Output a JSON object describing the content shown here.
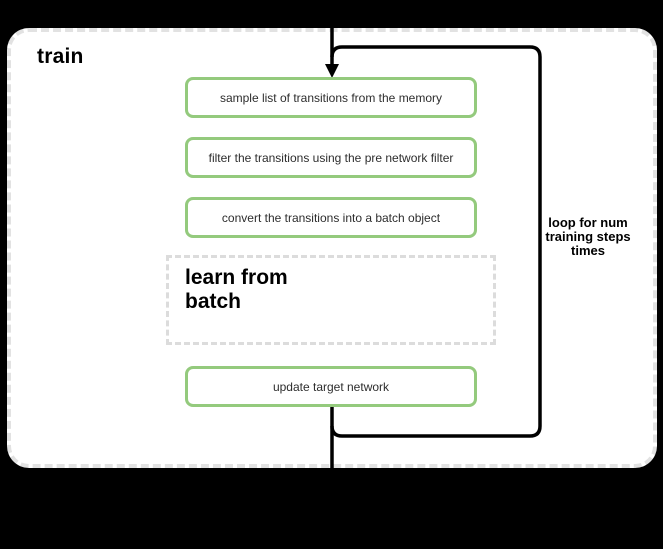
{
  "diagram": {
    "title": "train",
    "nodes": [
      {
        "id": "sample",
        "label": "sample list of transitions from the memory"
      },
      {
        "id": "filter",
        "label": "filter the transitions using the pre network filter"
      },
      {
        "id": "convert",
        "label": "convert the transitions into a batch object"
      },
      {
        "id": "learn",
        "label": "learn from batch"
      },
      {
        "id": "update",
        "label": "update target network"
      }
    ],
    "loop": {
      "lines": [
        "loop for num",
        "training steps",
        "times"
      ]
    },
    "colors": {
      "background": "#000000",
      "canvas": "#ffffff",
      "node_border": "#94ca7d",
      "container_dash": "#e2e2e2",
      "learn_dash": "#dcdcdc",
      "flow_line": "#000000",
      "node_text": "#2d2d2d"
    }
  }
}
